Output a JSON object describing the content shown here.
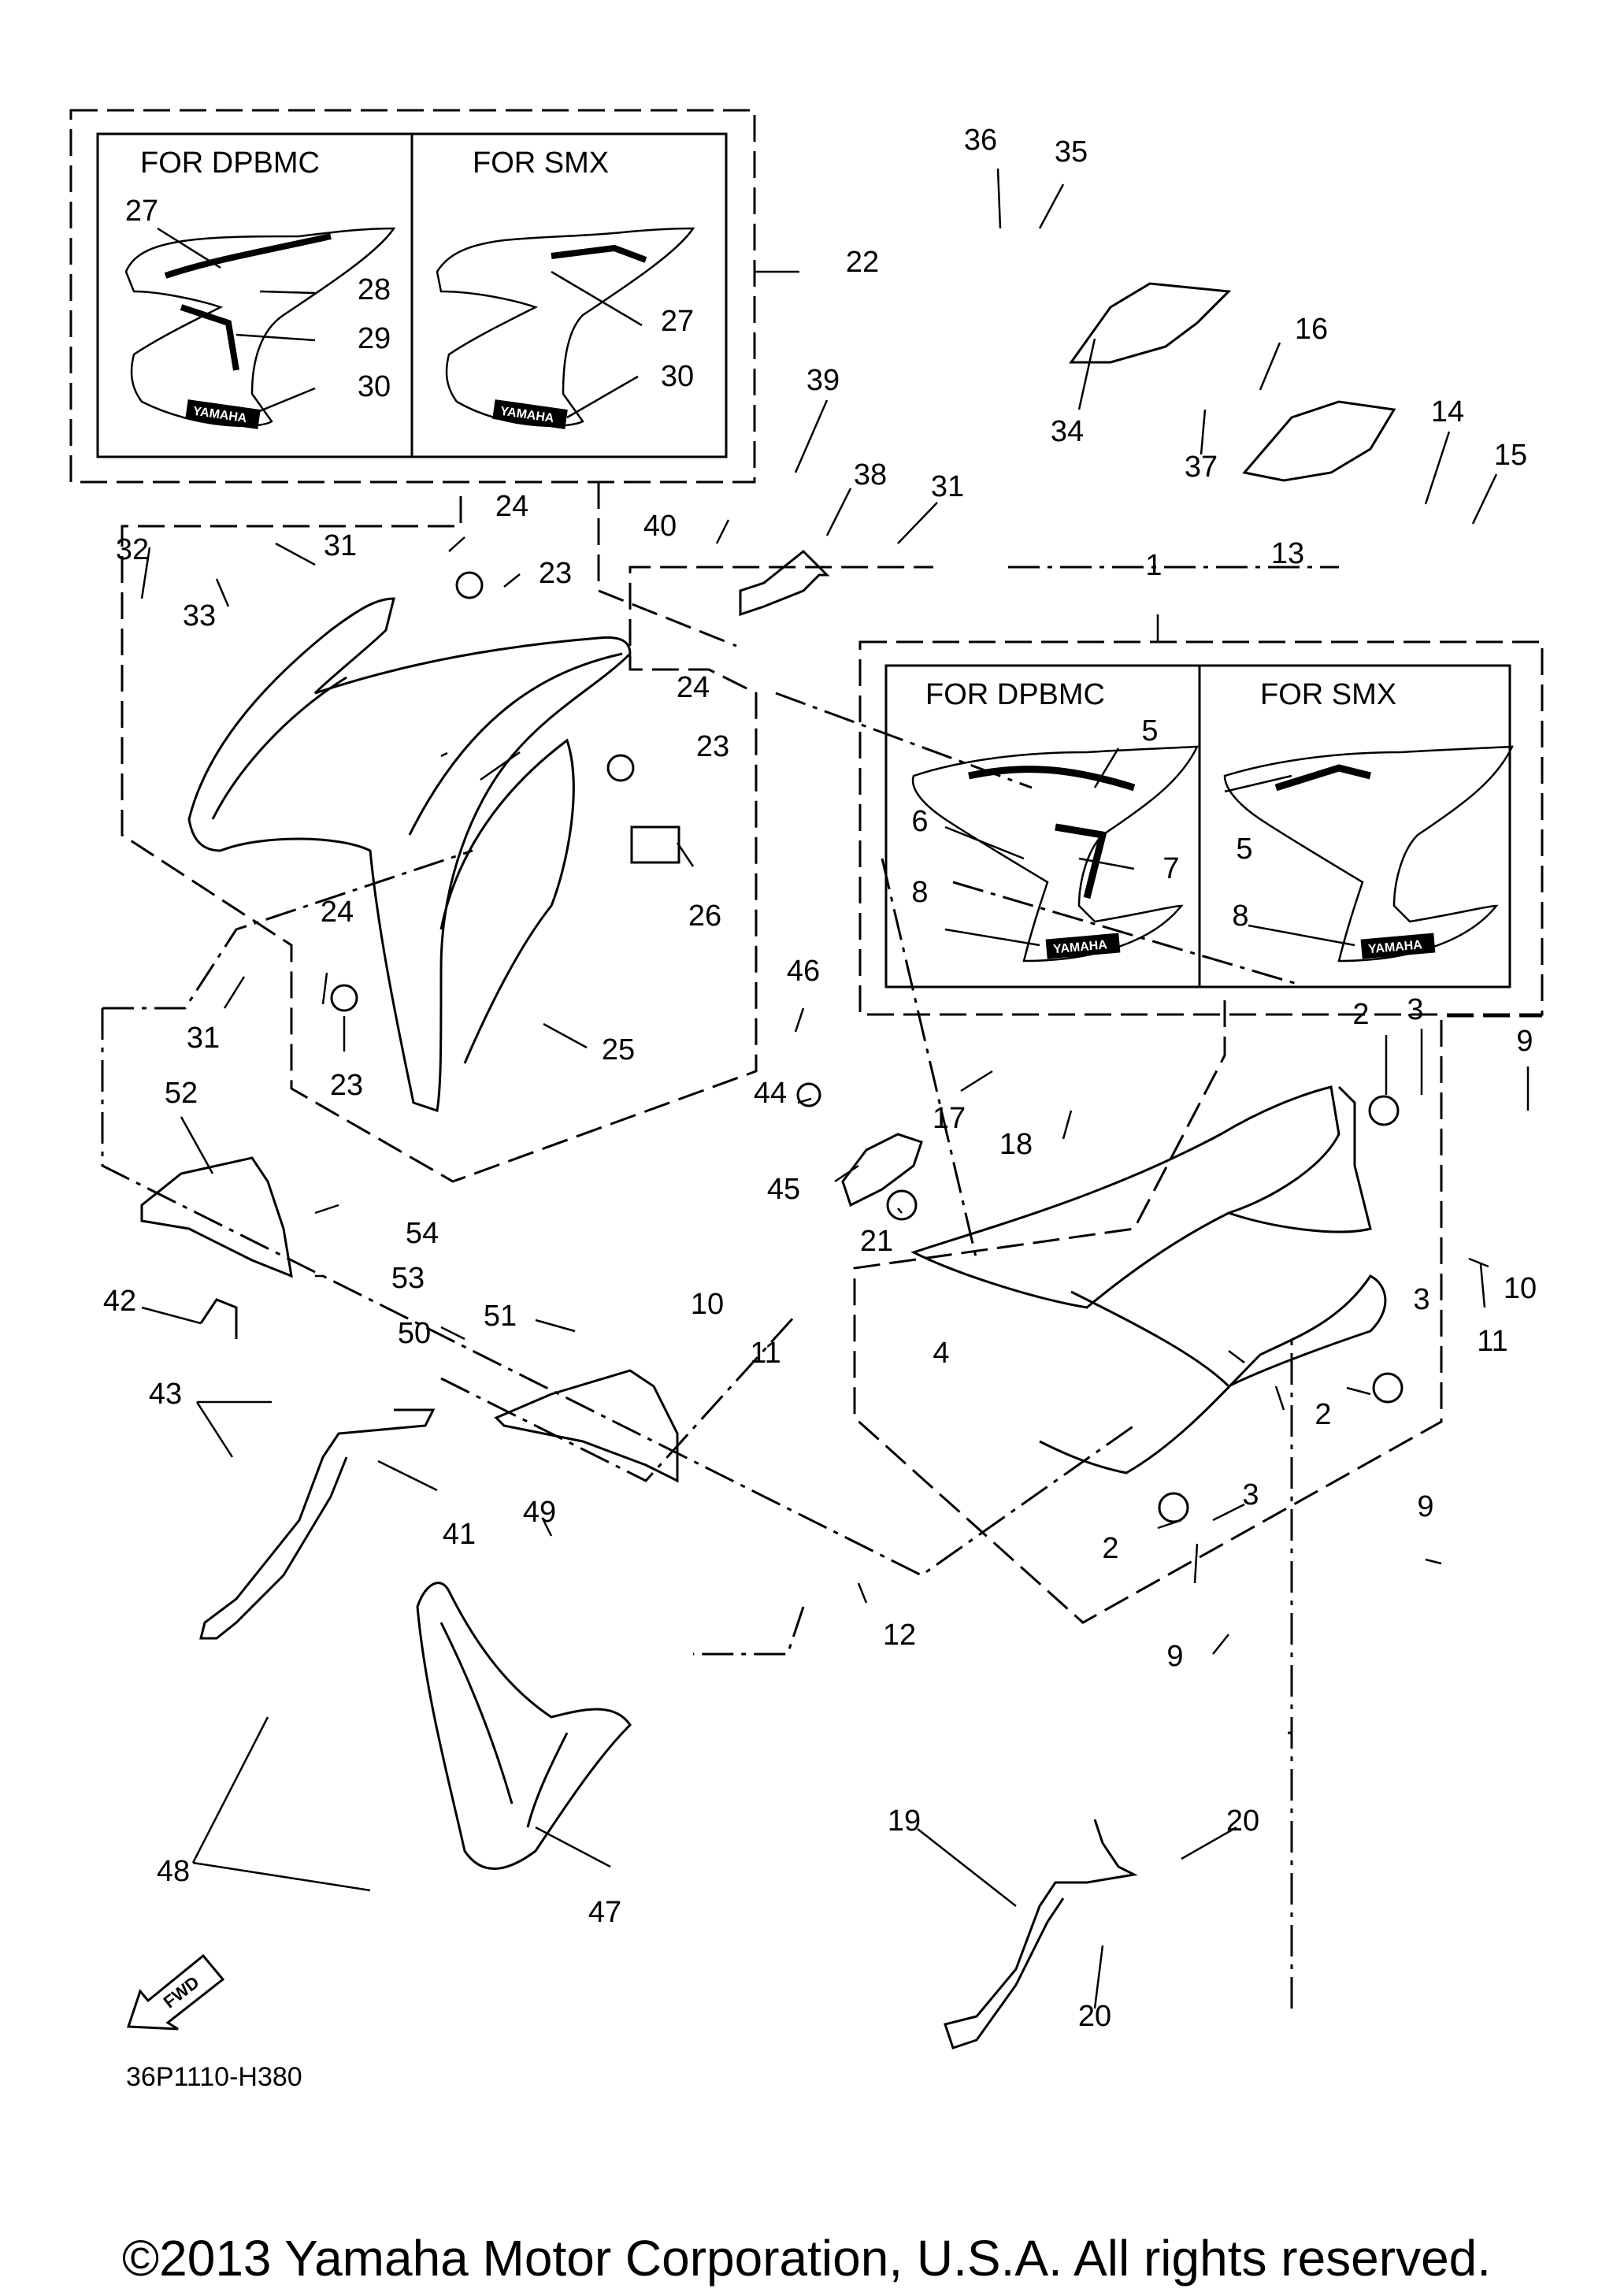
{
  "insets": {
    "top_left": {
      "left_title": "FOR DPBMC",
      "right_title": "FOR SMX"
    },
    "right": {
      "left_title": "FOR DPBMC",
      "right_title": "FOR SMX"
    }
  },
  "callouts": [
    {
      "id": "c1",
      "text": "27"
    },
    {
      "id": "c2",
      "text": "28"
    },
    {
      "id": "c3",
      "text": "29"
    },
    {
      "id": "c4",
      "text": "30"
    },
    {
      "id": "c5",
      "text": "27"
    },
    {
      "id": "c6",
      "text": "30"
    },
    {
      "id": "c7",
      "text": "22"
    },
    {
      "id": "c8",
      "text": "36"
    },
    {
      "id": "c9",
      "text": "35"
    },
    {
      "id": "c10",
      "text": "34"
    },
    {
      "id": "c11",
      "text": "37"
    },
    {
      "id": "c12",
      "text": "16"
    },
    {
      "id": "c13",
      "text": "14"
    },
    {
      "id": "c14",
      "text": "15"
    },
    {
      "id": "c15",
      "text": "13"
    },
    {
      "id": "c16",
      "text": "39"
    },
    {
      "id": "c17",
      "text": "38"
    },
    {
      "id": "c18",
      "text": "40"
    },
    {
      "id": "c19",
      "text": "31"
    },
    {
      "id": "c20",
      "text": "32"
    },
    {
      "id": "c21",
      "text": "33"
    },
    {
      "id": "c22",
      "text": "31"
    },
    {
      "id": "c23",
      "text": "24"
    },
    {
      "id": "c24",
      "text": "23"
    },
    {
      "id": "c25",
      "text": "24"
    },
    {
      "id": "c26",
      "text": "23"
    },
    {
      "id": "c27",
      "text": "26"
    },
    {
      "id": "c28",
      "text": "1"
    },
    {
      "id": "c29",
      "text": "5"
    },
    {
      "id": "c30",
      "text": "6"
    },
    {
      "id": "c31",
      "text": "7"
    },
    {
      "id": "c32",
      "text": "8"
    },
    {
      "id": "c33",
      "text": "5"
    },
    {
      "id": "c34",
      "text": "8"
    },
    {
      "id": "c35",
      "text": "24"
    },
    {
      "id": "c36",
      "text": "31"
    },
    {
      "id": "c37",
      "text": "23"
    },
    {
      "id": "c38",
      "text": "25"
    },
    {
      "id": "c39",
      "text": "46"
    },
    {
      "id": "c40",
      "text": "44"
    },
    {
      "id": "c41",
      "text": "45"
    },
    {
      "id": "c42",
      "text": "17"
    },
    {
      "id": "c43",
      "text": "18"
    },
    {
      "id": "c44",
      "text": "21"
    },
    {
      "id": "c45",
      "text": "2"
    },
    {
      "id": "c46",
      "text": "3"
    },
    {
      "id": "c47",
      "text": "9"
    },
    {
      "id": "c48",
      "text": "11"
    },
    {
      "id": "c49",
      "text": "10"
    },
    {
      "id": "c50",
      "text": "52"
    },
    {
      "id": "c51",
      "text": "54"
    },
    {
      "id": "c52",
      "text": "53"
    },
    {
      "id": "c53",
      "text": "10"
    },
    {
      "id": "c54",
      "text": "11"
    },
    {
      "id": "c55",
      "text": "42"
    },
    {
      "id": "c56",
      "text": "50"
    },
    {
      "id": "c57",
      "text": "51"
    },
    {
      "id": "c58",
      "text": "4"
    },
    {
      "id": "c59",
      "text": "3"
    },
    {
      "id": "c60",
      "text": "2"
    },
    {
      "id": "c61",
      "text": "9"
    },
    {
      "id": "c62",
      "text": "43"
    },
    {
      "id": "c63",
      "text": "41"
    },
    {
      "id": "c64",
      "text": "49"
    },
    {
      "id": "c65",
      "text": "3"
    },
    {
      "id": "c66",
      "text": "2"
    },
    {
      "id": "c67",
      "text": "12"
    },
    {
      "id": "c68",
      "text": "9"
    },
    {
      "id": "c69",
      "text": "48"
    },
    {
      "id": "c70",
      "text": "47"
    },
    {
      "id": "c71",
      "text": "19"
    },
    {
      "id": "c72",
      "text": "20"
    },
    {
      "id": "c73",
      "text": "20"
    }
  ],
  "decal_text": "YAMAHA",
  "fwd_label": "FWD",
  "diagram_code": "36P1110-H380",
  "copyright": "©2013 Yamaha Motor Corporation, U.S.A. All rights reserved."
}
